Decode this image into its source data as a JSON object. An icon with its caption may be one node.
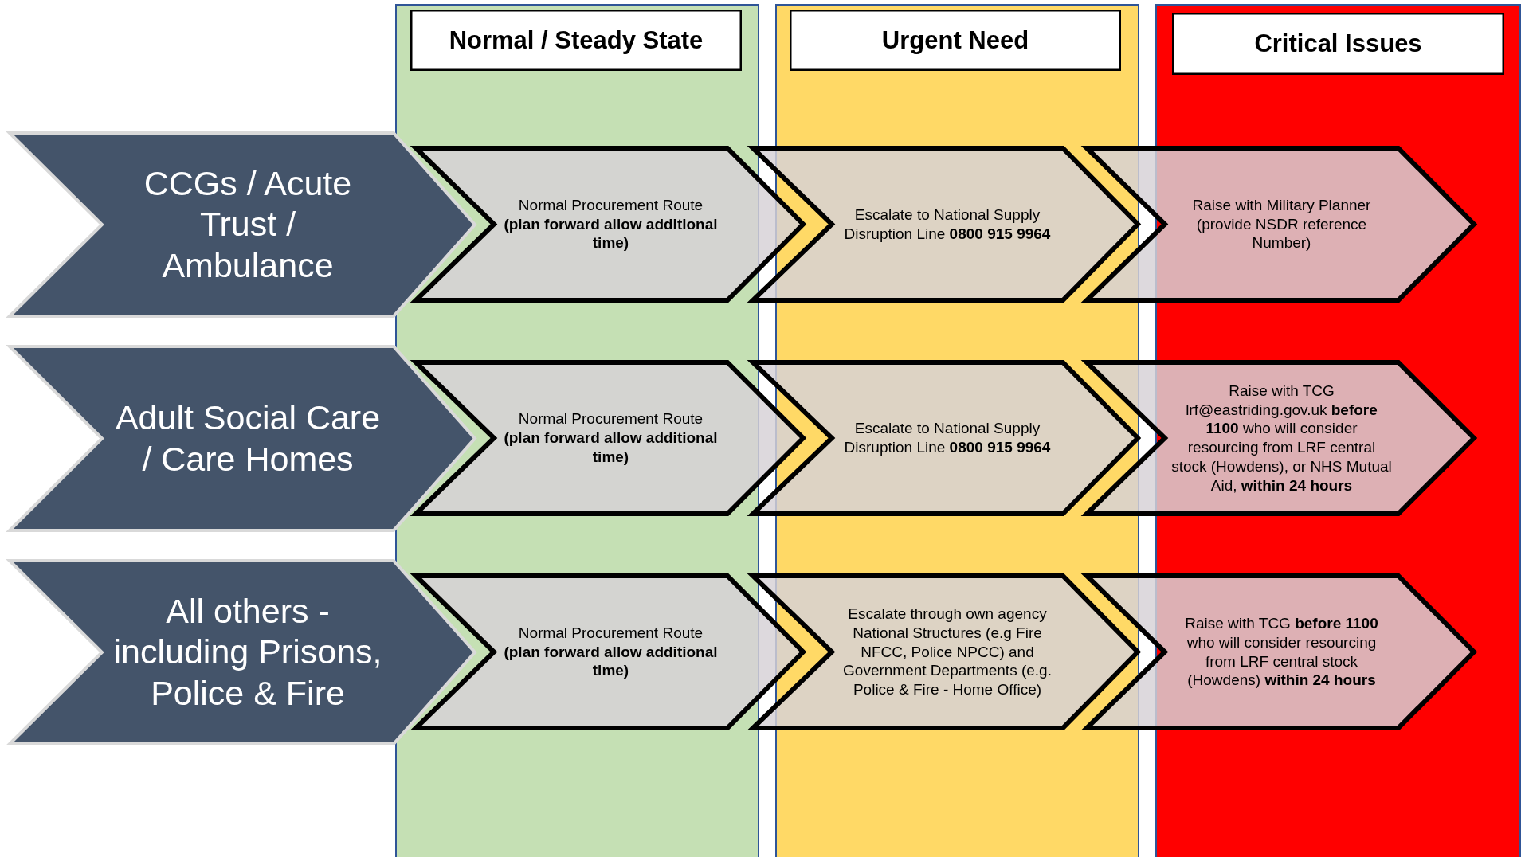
{
  "diagram": {
    "nodes": [
      {
        "text": [
          "Normal / Steady State"
        ]
      },
      {
        "text": [
          "Urgent Need"
        ]
      },
      {
        "text": [
          "Critical Issues"
        ]
      },
      {
        "text": [
          "CCGs / Acute Trust / Ambulance"
        ]
      },
      {
        "text": [
          "Normal Procurement Route **(plan forward allow additional time)**"
        ]
      },
      {
        "text": [
          "Escalate to National Supply Disruption Line **0800 915 9964**"
        ]
      },
      {
        "text": [
          "Raise with Military Planner (provide NSDR reference Number)"
        ]
      },
      {
        "text": [
          "Adult Social Care / Care Homes"
        ]
      },
      {
        "text": [
          "Normal Procurement Route **(plan forward allow additional time)**"
        ]
      },
      {
        "text": [
          "Escalate to National Supply Disruption Line **0800 915 9964**"
        ]
      },
      {
        "text": [
          "Raise with TCG lrf@eastriding.gov.uk  **before 1100** who will consider resourcing from LRF central stock (Howdens),  or NHS Mutual Aid, **within 24 hours**"
        ]
      },
      {
        "text": [
          "All others - including Prisons, Police & Fire"
        ]
      },
      {
        "text": [
          "Normal Procurement Route **(plan forward allow additional time)**"
        ]
      },
      {
        "text": [
          "Escalate through own agency National Structures (e.g Fire NFCC, Police NPCC) and Government Departments (e.g. Police & Fire - Home Office)"
        ]
      },
      {
        "text": [
          "Raise with TCG **before 1100** who will consider resourcing from LRF central stock (Howdens) **within 24 hours**"
        ]
      }
    ]
  }
}
